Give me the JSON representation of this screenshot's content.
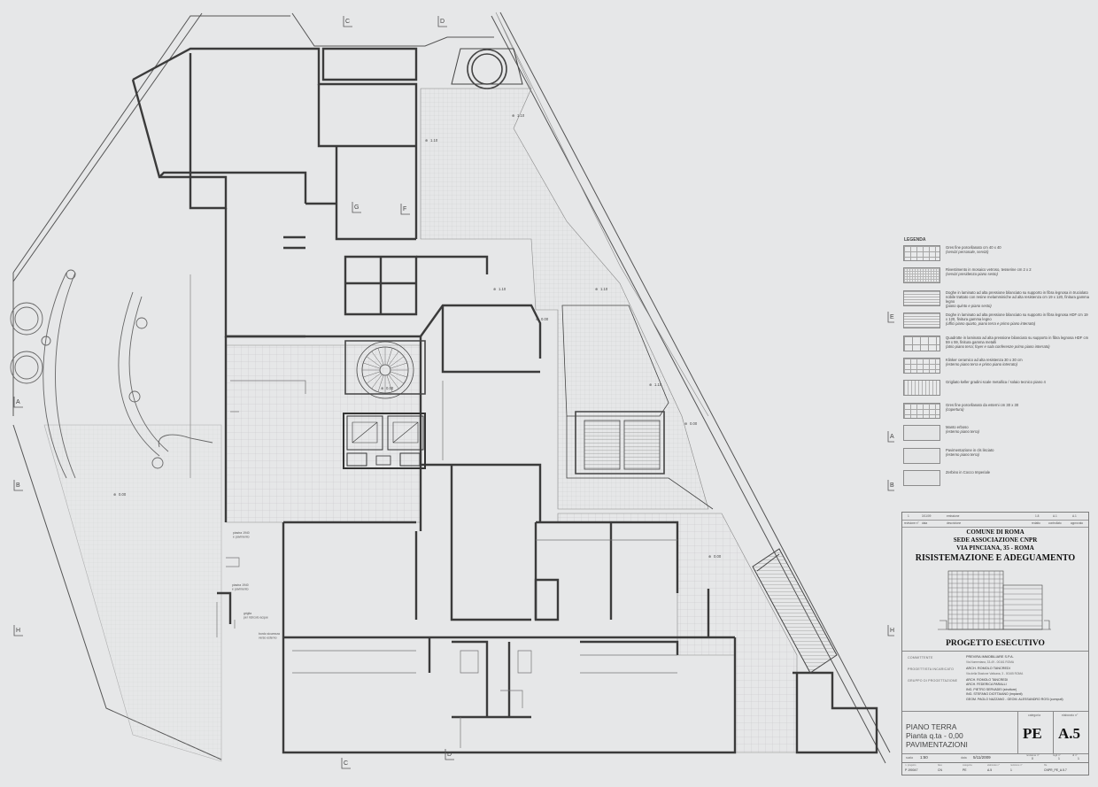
{
  "plan": {
    "level_labels": [
      "1.10",
      "1.10",
      "1.10",
      "1.10",
      "0.00",
      "1.10",
      "0.00",
      "0.00",
      "0.00",
      "0.00"
    ],
    "section_marks": {
      "top": [
        "C",
        "D"
      ],
      "left": [
        "A",
        "B",
        "H"
      ],
      "right": [
        "E",
        "A'",
        "B",
        "H"
      ],
      "bottom": [
        "C",
        "D"
      ],
      "inner": [
        "G",
        "F"
      ]
    },
    "notes": [
      "piastra 1940\ne pavimento",
      "piastra 1940\ne pavimento",
      "griglia\nper ricircolo acque",
      "bordo sicurezza\nverso esterno"
    ]
  },
  "legend": {
    "title": "LEGENDA",
    "items": [
      {
        "pattern": "grid",
        "text": "Gres fine porcellanato cm 40 x 40",
        "sub": "(servizi personale, servizi)"
      },
      {
        "pattern": "fine",
        "text": "Rivestimento in mosaico vetroso, tesserine cm 2 x 2",
        "sub": "(servizi presidenza piano sesto)"
      },
      {
        "pattern": "hlines",
        "text": "Doghe in laminato ad alta pressione bilanciato su supporto in fibra legnosa in truciolato nobile trattato con resine melamminiche ad alta resistenza cm 19 x 120, finitura gamma legno",
        "sub": "(piano quinto e piano sesto)"
      },
      {
        "pattern": "hlines",
        "text": "Doghe in laminato ad alta pressione bilanciato su supporto in fibra legnosa HDF cm 19 x 120, finitura gamma legno",
        "sub": "(uffici piano quarto, piano terra e primo piano interrato)"
      },
      {
        "pattern": "check",
        "text": "Quadrotte in laminato ad alta pressione bilanciato su supporto in fibra legnosa HDF cm 59 x 59, finitura gamma metalli",
        "sub": "(atrio piano terra; foyer e sala conferenze primo piano interrato)"
      },
      {
        "pattern": "grid",
        "text": "Klinker ceramico ad alta resistenza 30 x 30 cm",
        "sub": "(esterno piano terra e primo piano interrato)"
      },
      {
        "pattern": "vlines",
        "text": "Grigliato keller gradini scale metallica / solaio tecnico piano 4",
        "sub": ""
      },
      {
        "pattern": "grid",
        "text": "Gres fine porcellanato da esterni cm 30 x 30",
        "sub": "(copertura)"
      },
      {
        "pattern": "plain",
        "text": "Manto erboso",
        "sub": "(esterno piano terra)"
      },
      {
        "pattern": "plain",
        "text": "Pavimentazione in cls lisciato",
        "sub": "(esterno piano terra)"
      },
      {
        "pattern": "plain",
        "text": "Zerbino in Cocco Imperiale",
        "sub": ""
      }
    ]
  },
  "titleblock": {
    "rev_row1": {
      "n": "1",
      "date": "3/11/09",
      "desc": "emissione",
      "c1": "1.8",
      "c2": "A.1",
      "c3": "A.1"
    },
    "rev_row2": {
      "n": "revisione n°",
      "date": "data",
      "desc": "descrizione",
      "c1": "redatto",
      "c2": "controllato",
      "c3": "approvato"
    },
    "city": "COMUNE DI ROMA",
    "assoc": "SEDE ASSOCIAZIONE CNPR",
    "address": "VIA PINCIANA, 35 - ROMA",
    "project": "RISISTEMAZIONE E ADEGUAMENTO",
    "phase": "PROGETTO ESECUTIVO",
    "client_label": "COMMITTENTE",
    "client": "PREVIRA IMMOBILIARE S.P.A.",
    "client_addr": "Via Nomentana, 33-49 - 00161 ROMA",
    "designer_label": "PROGETTISTA INCARICATO",
    "designer": "ARCH. ROMOLO TANCREDI",
    "designer_addr": "Via della Stazione Vaticana, 3 - 00165 ROMA",
    "team_label": "GRUPPO DI PROGETTAZIONE",
    "team": [
      "ARCH. ROMOLO TANCREDI",
      "ARCH. FEDERICA PARALLI",
      "ING. PIETRO SERVADEI (strutture)",
      "ING. STEFANO DIOTTAIANO (impianti)",
      "GEOM. PAOLO NAZZANO - GEOM. ALESSANDRO ROSI (computi)"
    ],
    "drawing_title_1": "PIANO TERRA",
    "drawing_title_2": "Pianta q.ta - 0,00",
    "drawing_title_3": "PAVIMENTAZIONI",
    "cat_label": "categoria",
    "code_label": "elaborato n°",
    "category": "PE",
    "sheet": "A.5",
    "scale_label": "scala",
    "scale": "1:50",
    "date_label": "data",
    "date": "5/11/2009",
    "rev_label": "revisione n°",
    "rev": "0",
    "fogli_label": "fogli n°",
    "fogli": "1",
    "di_label": "di n°",
    "di": "1",
    "foot": [
      "P 190047",
      "CN",
      "PE",
      "A.5",
      "1",
      "CNPR_PE_A.5.7"
    ],
    "foot_labels": [
      "n. progetto",
      "fase",
      "categoria",
      "elaborato n°",
      "revisione n°",
      "file"
    ]
  }
}
